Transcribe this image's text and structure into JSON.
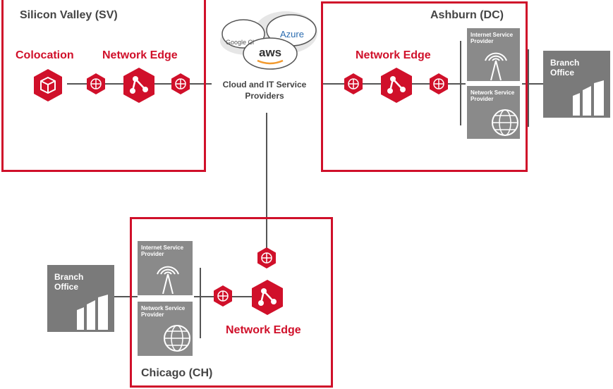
{
  "colors": {
    "accent": "#d0102a",
    "gray": "#8a8a8a",
    "line": "#555555"
  },
  "regions": {
    "sv": {
      "title": "Silicon Valley (SV)",
      "colocation": "Colocation",
      "edge": "Network Edge"
    },
    "dc": {
      "title": "Ashburn (DC)",
      "edge": "Network Edge"
    },
    "ch": {
      "title": "Chicago (CH)",
      "edge": "Network Edge"
    }
  },
  "cloud": {
    "label_line1": "Cloud and IT Service",
    "label_line2": "Providers",
    "google": "Google Cl",
    "azure": "Azure",
    "aws": "aws"
  },
  "providers": {
    "isp": "Internet Service Provider",
    "nsp": "Network Service Provider"
  },
  "branch": {
    "label": "Branch Office"
  },
  "icons": [
    "colocation-cube-icon",
    "network-edge-icon",
    "connector-icon",
    "antenna-tower-icon",
    "globe-icon",
    "building-icon",
    "cloud-icon"
  ]
}
